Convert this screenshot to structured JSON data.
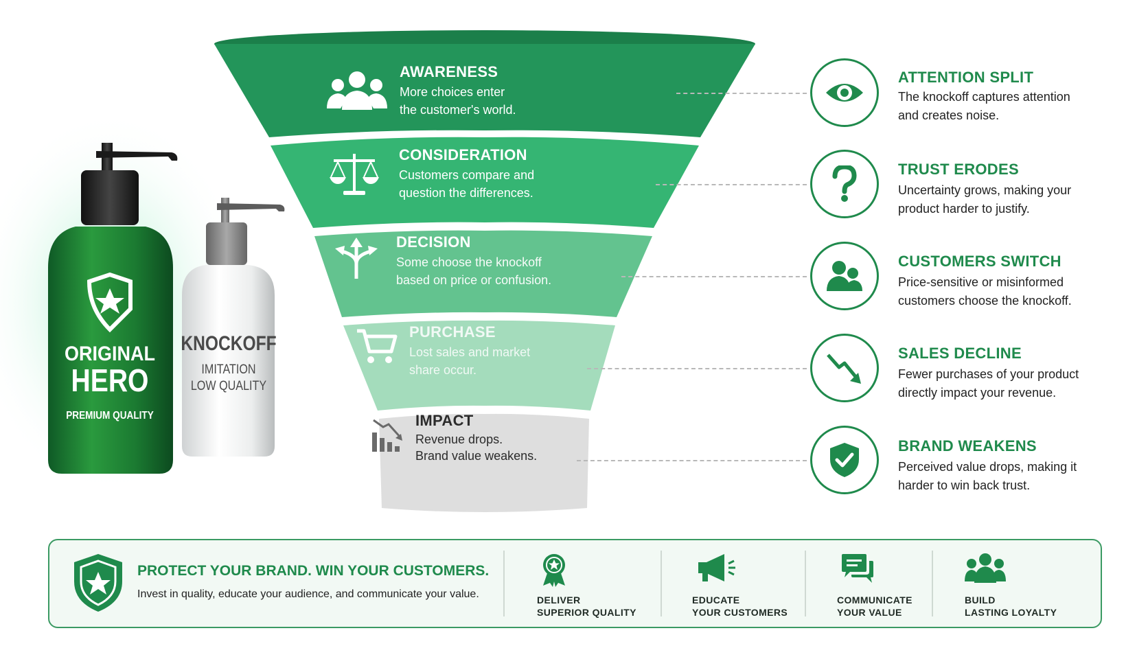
{
  "bottles": {
    "original": {
      "line1": "ORIGINAL",
      "line2": "HERO",
      "tagline": "PREMIUM QUALITY"
    },
    "knockoff": {
      "line1": "KNOCKOFF",
      "line2": "IMITATION",
      "line3": "LOW QUALITY"
    }
  },
  "funnel": {
    "stages": [
      {
        "title": "AWARENESS",
        "desc1": "More choices enter",
        "desc2": "the customer's world.",
        "color": "#23955a",
        "icon": "people-group-icon"
      },
      {
        "title": "CONSIDERATION",
        "desc1": "Customers compare and",
        "desc2": "question the differences.",
        "color": "#35b573",
        "icon": "scales-icon"
      },
      {
        "title": "DECISION",
        "desc1": "Some choose the knockoff",
        "desc2": "based on price or confusion.",
        "color": "#63c38f",
        "icon": "split-arrows-icon"
      },
      {
        "title": "PURCHASE",
        "desc1": "Lost sales and market",
        "desc2": "share occur.",
        "color": "#a4dcbc",
        "icon": "shopping-cart-icon"
      },
      {
        "title": "IMPACT",
        "desc1": "Revenue drops.",
        "desc2": "Brand value weakens.",
        "color": "#dedede",
        "icon": "declining-bars-icon"
      }
    ]
  },
  "effects": [
    {
      "title": "ATTENTION SPLIT",
      "desc1": "The knockoff captures attention",
      "desc2": "and creates noise.",
      "icon": "eye-icon"
    },
    {
      "title": "TRUST ERODES",
      "desc1": "Uncertainty grows, making your",
      "desc2": "product harder to justify.",
      "icon": "question-mark-icon"
    },
    {
      "title": "CUSTOMERS SWITCH",
      "desc1": "Price-sensitive or misinformed",
      "desc2": "customers choose the knockoff.",
      "icon": "users-icon"
    },
    {
      "title": "SALES DECLINE",
      "desc1": "Fewer purchases of your product",
      "desc2": "directly impact your revenue.",
      "icon": "trend-down-icon"
    },
    {
      "title": "BRAND WEAKENS",
      "desc1": "Perceived value drops, making it",
      "desc2": "harder to win back trust.",
      "icon": "shield-check-icon"
    }
  ],
  "banner": {
    "title": "PROTECT YOUR BRAND. WIN YOUR CUSTOMERS.",
    "subtitle": "Invest in quality, educate your audience, and communicate your value.",
    "actions": [
      {
        "line1": "DELIVER",
        "line2": "SUPERIOR QUALITY",
        "icon": "award-ribbon-icon"
      },
      {
        "line1": "EDUCATE",
        "line2": "YOUR CUSTOMERS",
        "icon": "megaphone-icon"
      },
      {
        "line1": "COMMUNICATE",
        "line2": "YOUR VALUE",
        "icon": "chat-bubbles-icon"
      },
      {
        "line1": "BUILD",
        "line2": "LASTING LOYALTY",
        "icon": "community-icon"
      }
    ]
  },
  "colors": {
    "brand_green": "#1f8a4c",
    "accent_green": "#23955a",
    "neutral_grey": "#dedede"
  }
}
